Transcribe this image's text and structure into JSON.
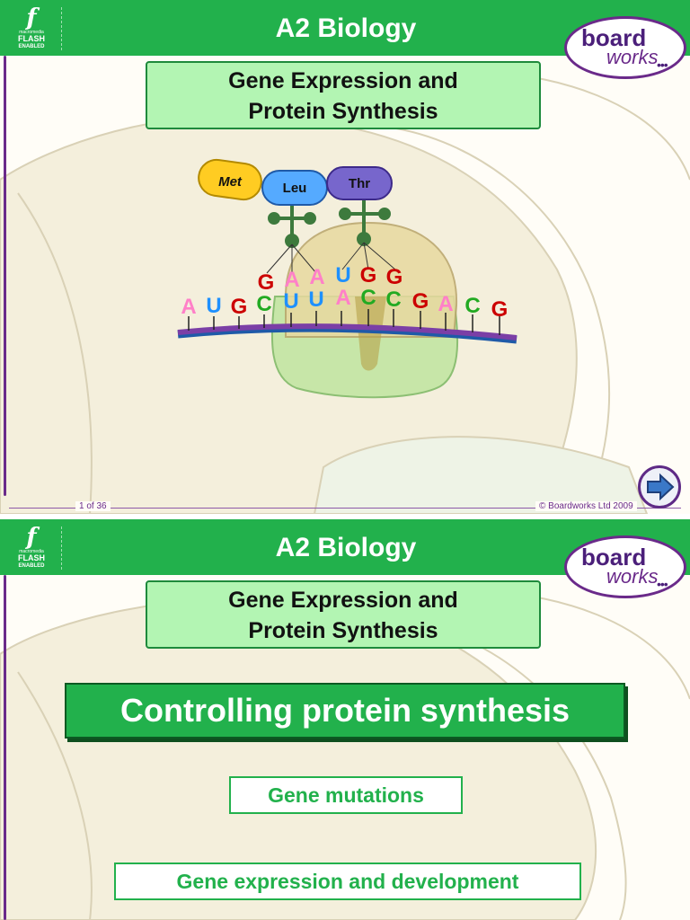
{
  "slide1": {
    "course": "A2 Biology",
    "title_line1": "Gene Expression and",
    "title_line2": "Protein Synthesis",
    "flash_badge": {
      "small": "macromedia",
      "word": "FLASH",
      "enabled": "ENABLED"
    },
    "logo": {
      "board": "board",
      "works": "works",
      "dots": "•••"
    },
    "amino_acids": [
      "Met",
      "Leu",
      "Thr"
    ],
    "mrna_bases": [
      "A",
      "U",
      "G",
      "C",
      "U",
      "U",
      "A",
      "C",
      "C",
      "G",
      "A",
      "C",
      "G"
    ],
    "anticodon_bases": [
      "G",
      "A",
      "A",
      "U",
      "G",
      "G"
    ],
    "footer_page": "1 of 36",
    "footer_copyright": "© Boardworks Ltd 2009"
  },
  "slide2": {
    "course": "A2 Biology",
    "title_line1": "Gene Expression and",
    "title_line2": "Protein Synthesis",
    "flash_badge": {
      "small": "macromedia",
      "word": "FLASH",
      "enabled": "ENABLED"
    },
    "logo": {
      "board": "board",
      "works": "works",
      "dots": "•••"
    },
    "section_title": "Controlling protein synthesis",
    "menu": [
      "Gene mutations",
      "Gene expression and development"
    ]
  },
  "colors": {
    "header_green": "#22b14c",
    "title_box_green": "#b3f5b3",
    "brand_purple": "#6a2a8a",
    "base_A": "#ff80c8",
    "base_U": "#1e90ff",
    "base_G": "#cc0000",
    "base_C": "#22aa22",
    "met": "#ffcc22",
    "leu": "#55aaff",
    "thr": "#7766cc"
  }
}
